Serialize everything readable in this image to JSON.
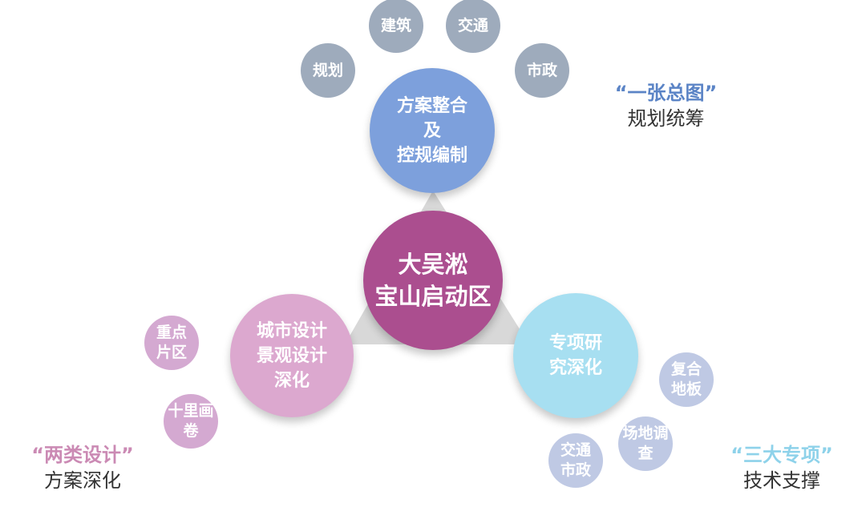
{
  "colors": {
    "blue": "#7da0dc",
    "magenta": "#ab4e8f",
    "pink": "#dca8cf",
    "cyan": "#a7dff1",
    "gray_small": "#9eabbc",
    "pink_small": "#d4a9d1",
    "blue_small": "#bfc9e4",
    "triangle": "#d8d8d8",
    "caption_blue": "#5b84c6",
    "caption_pink": "#cb8ab4",
    "caption_cyan": "#8ed2ea"
  },
  "center": {
    "label": "大吴淞\n宝山启动区"
  },
  "top": {
    "main": "方案整合\n及\n控规编制",
    "satellites": [
      "规划",
      "建筑",
      "交通",
      "市政"
    ],
    "caption_quote": "“一张总图”",
    "caption_sub": "规划统筹"
  },
  "left": {
    "main": "城市设计\n景观设计\n深化",
    "satellites": [
      "重点\n片区",
      "十里画\n卷"
    ],
    "caption_quote": "“两类设计”",
    "caption_sub": "方案深化"
  },
  "right": {
    "main": "专项研\n究深化",
    "satellites": [
      "复合\n地板",
      "场地调\n查",
      "交通\n市政"
    ],
    "caption_quote": "“三大专项”",
    "caption_sub": "技术支撑"
  }
}
